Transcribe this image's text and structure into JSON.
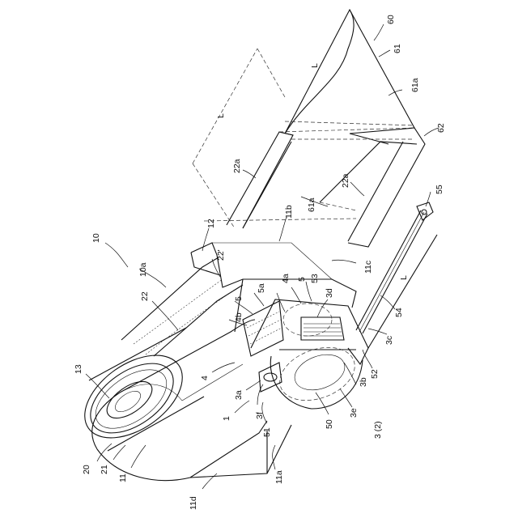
{
  "labels": {
    "l10": "10",
    "l10a": "10a",
    "l22": "22",
    "l13": "13",
    "l20": "20",
    "l21": "21",
    "l11": "11",
    "l11d": "11d",
    "l11a": "11a",
    "l51": "51",
    "l3f": "3f",
    "l1": "1",
    "l3a": "3a",
    "l4": "4",
    "l50": "50",
    "l3e": "3e",
    "l3_2": "3 (2)",
    "l3b": "3b",
    "l52": "52",
    "l3c": "3c",
    "l54": "54",
    "lL_rod": "L",
    "l55": "55",
    "l11c": "11c",
    "l3d": "3d",
    "l53": "53",
    "l5": "5",
    "l4a": "4a",
    "l5a": "5a",
    "l5b": "5",
    "l4b": "4b",
    "l22p": "22'",
    "l12": "12",
    "l11b": "11b",
    "l61a_low": "61a",
    "l22a_low": "22a",
    "l62": "62",
    "l61a": "61a",
    "l61": "61",
    "l60": "60",
    "lL_top": "L",
    "lL_left": "L",
    "l22a_left": "22a"
  }
}
